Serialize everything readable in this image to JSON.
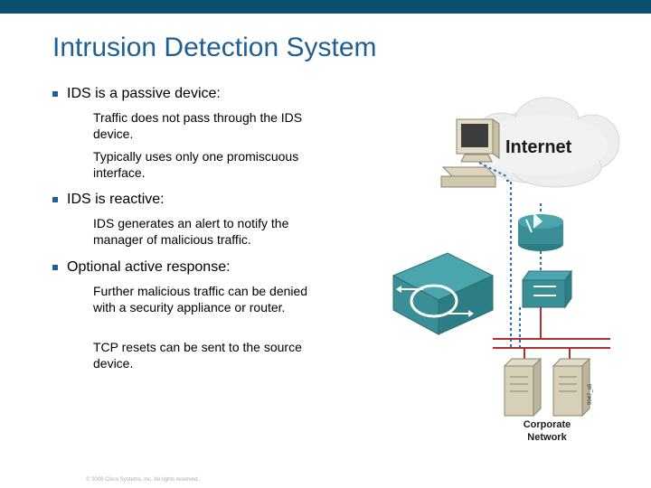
{
  "slide": {
    "title": "Intrusion Detection System",
    "bullets": [
      {
        "text": "IDS is a passive device:",
        "subs": [
          "Traffic does not pass through the IDS device.",
          "Typically uses only one promiscuous interface."
        ]
      },
      {
        "text": "IDS is reactive:",
        "subs": [
          "IDS generates an alert to notify the manager of malicious traffic."
        ]
      },
      {
        "text": "Optional active response:",
        "subs": [
          "Further malicious traffic can be denied with a security appliance or router.",
          "TCP resets can be sent to the source device."
        ]
      }
    ],
    "footer": "© 2006 Cisco Systems, Inc. All rights reserved."
  },
  "diagram": {
    "cloud_label": "Internet",
    "network_label_line1": "Corporate",
    "network_label_line2": "Network",
    "figure_code": "9047_a5"
  },
  "colors": {
    "topbar": "#0a4f72",
    "title": "#1f5f93",
    "device_teal": "#3a8f96",
    "dotted_path": "#2e6fb5",
    "solid_path": "#b03030"
  }
}
